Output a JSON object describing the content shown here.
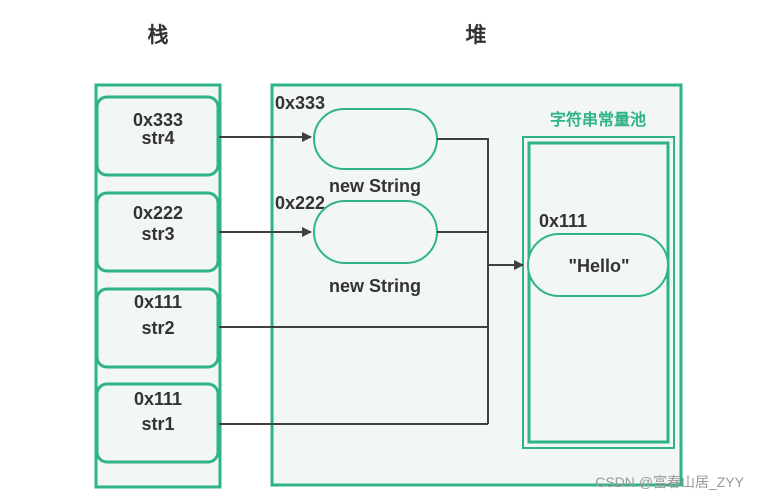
{
  "titles": {
    "stack": "栈",
    "heap": "堆"
  },
  "stack": [
    {
      "addr": "0x333",
      "name": "str4"
    },
    {
      "addr": "0x222",
      "name": "str3"
    },
    {
      "addr": "0x111",
      "name": "str2"
    },
    {
      "addr": "0x111",
      "name": "str1"
    }
  ],
  "heap": {
    "objects": [
      {
        "addr": "0x333",
        "label": "new String"
      },
      {
        "addr": "0x222",
        "label": "new String"
      }
    ],
    "pool": {
      "title": "字符串常量池",
      "addr": "0x111",
      "value": "\"Hello\""
    }
  },
  "watermark": "CSDN @富春山居_ZYY",
  "colors": {
    "border": "#2fb389",
    "fill": "#f2f6f4",
    "arrow": "#404040",
    "text": "#333333"
  }
}
